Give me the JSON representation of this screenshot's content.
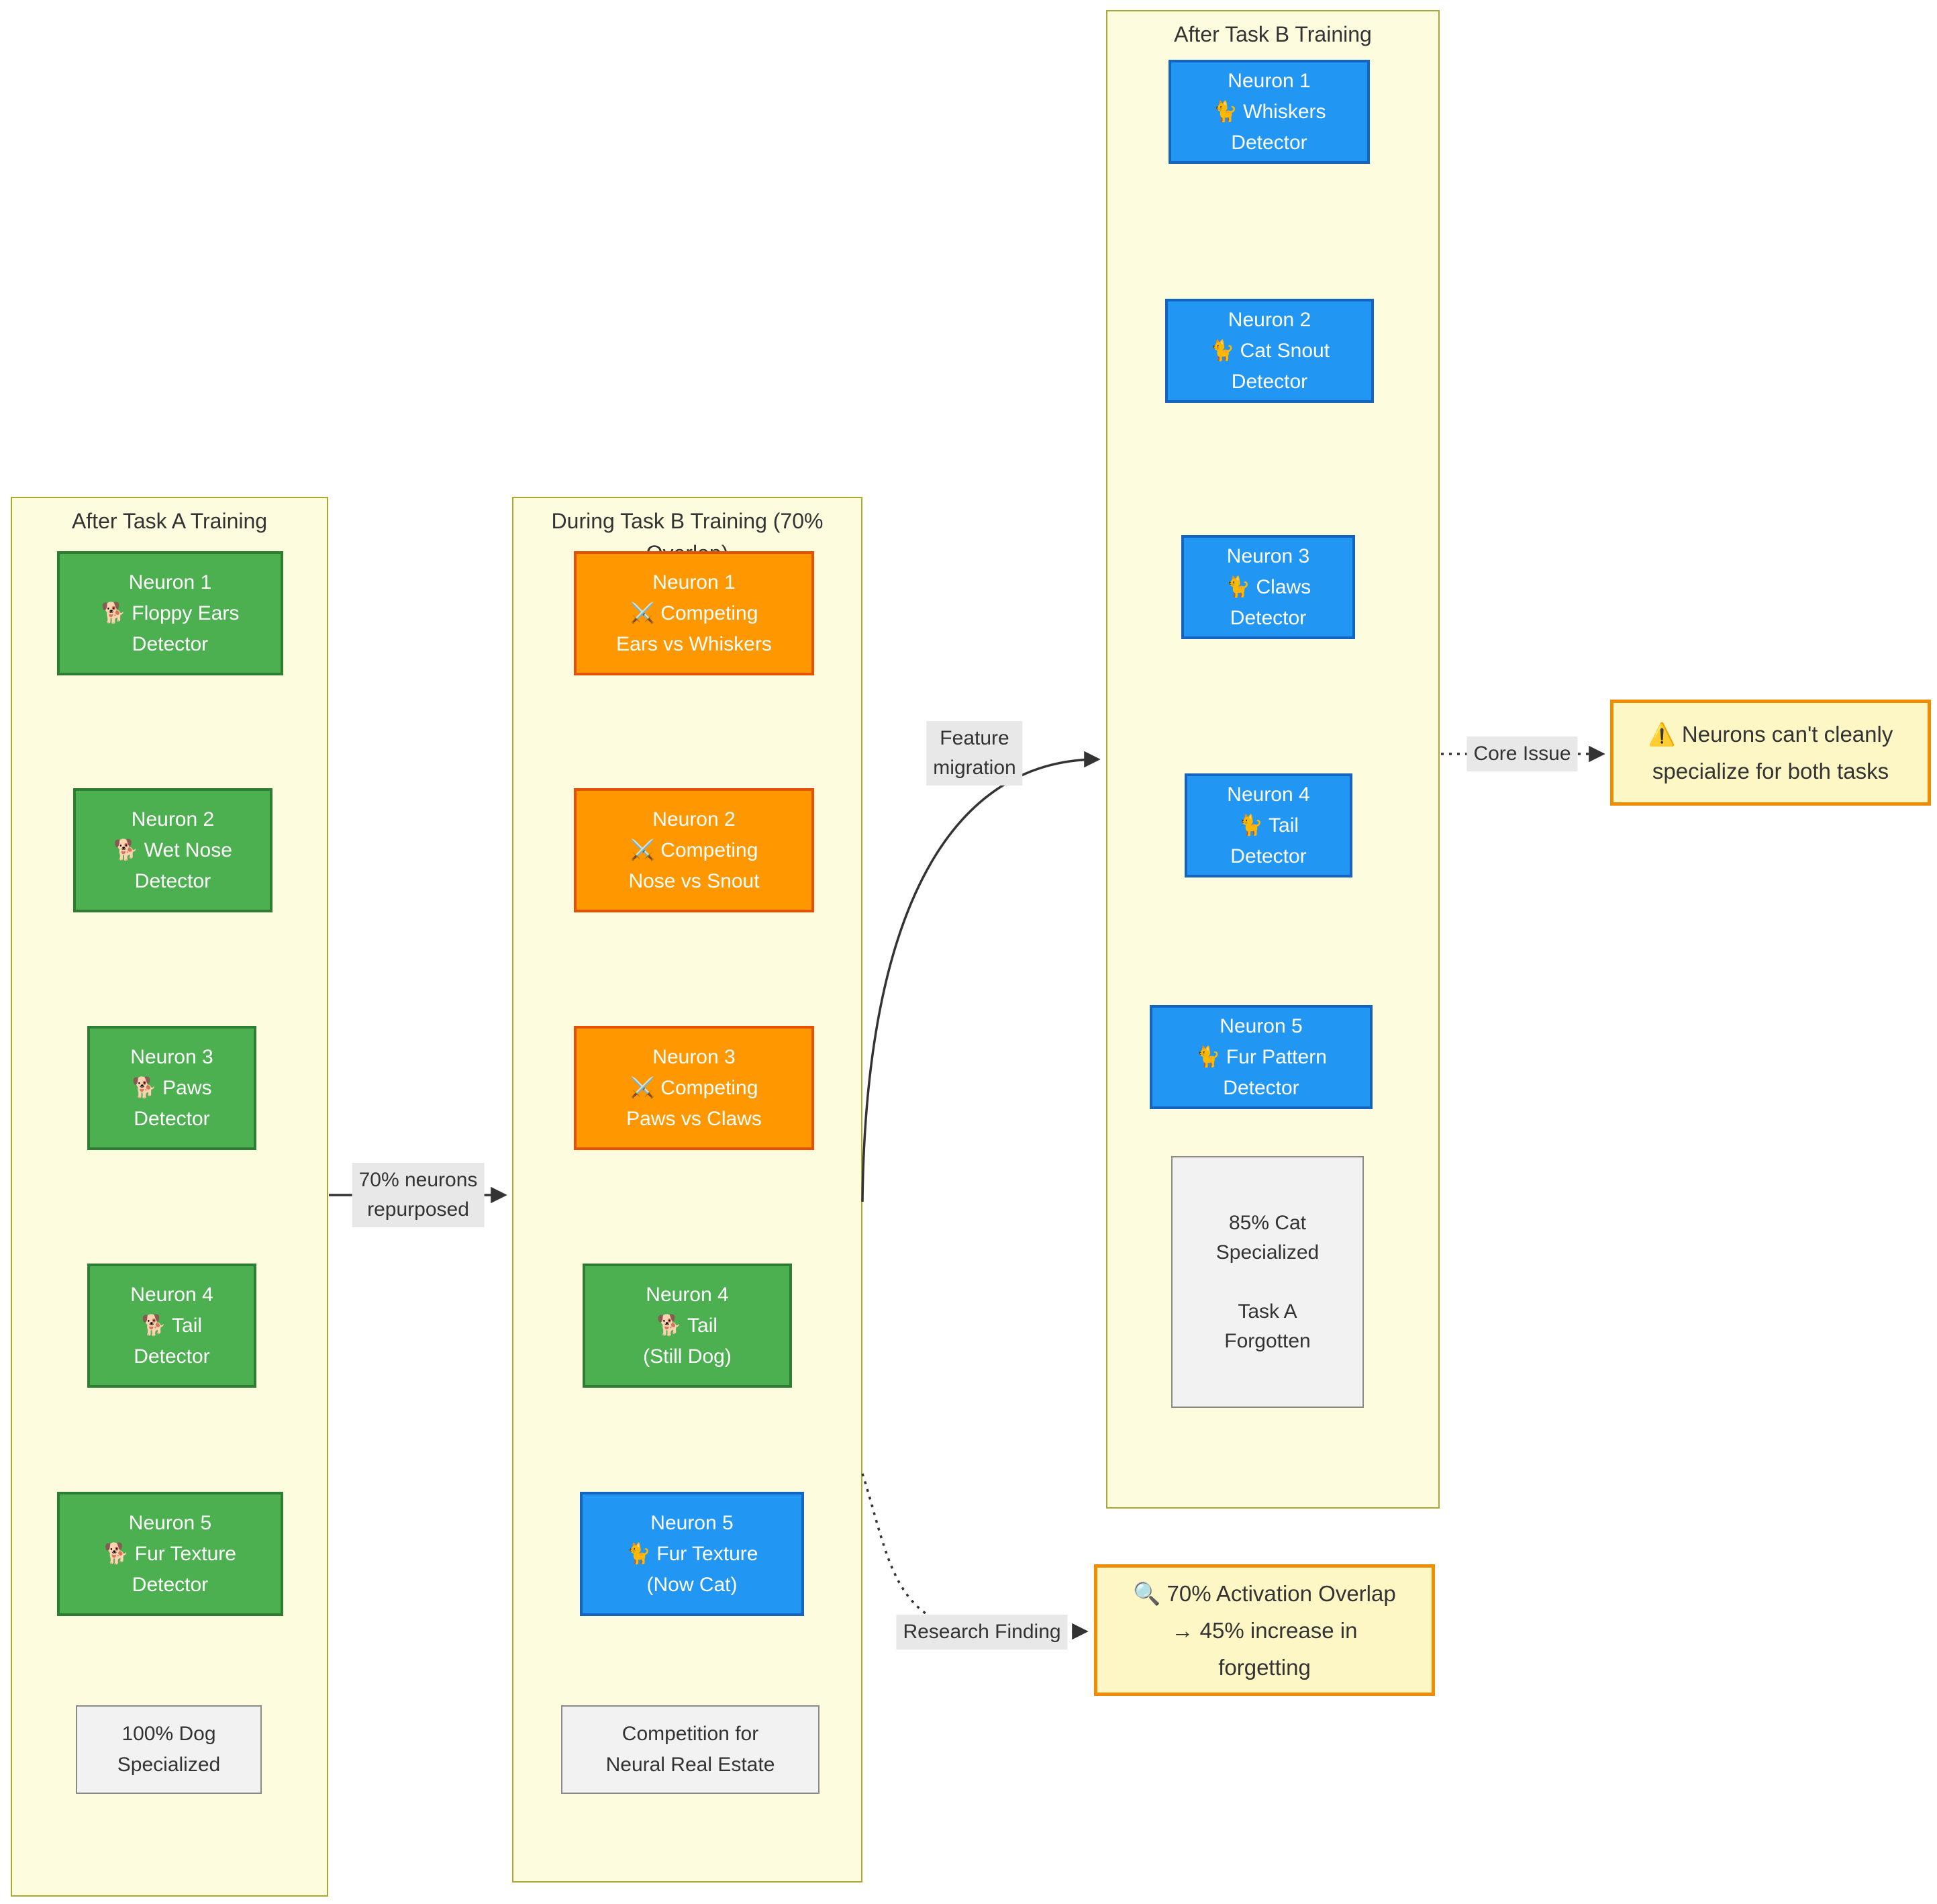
{
  "theme": {
    "background": "#ffffff",
    "subgraph_fill": "#fdfcdf",
    "subgraph_stroke": "#aaaa33",
    "dog_fill": "#4caf50",
    "dog_stroke": "#2f7d32",
    "competing_fill": "#ff9800",
    "competing_stroke": "#e65100",
    "cat_fill": "#2196f3",
    "cat_stroke": "#1565c0",
    "note_fill": "#f2f2f2",
    "note_stroke": "#8a8a8a",
    "callout_fill": "#fdf6c5",
    "callout_stroke": "#f08c00",
    "edge_color": "#333333",
    "edge_label_bg": "#e8e8e8",
    "text_dark": "#333333",
    "text_light": "#ffffff"
  },
  "columns": {
    "task_a": {
      "title": "After Task A Training",
      "neurons": [
        {
          "lines": [
            "Neuron 1",
            "🐕 Floppy Ears",
            "Detector"
          ],
          "state": "dog"
        },
        {
          "lines": [
            "Neuron 2",
            "🐕 Wet Nose",
            "Detector"
          ],
          "state": "dog"
        },
        {
          "lines": [
            "Neuron 3",
            "🐕 Paws",
            "Detector"
          ],
          "state": "dog"
        },
        {
          "lines": [
            "Neuron 4",
            "🐕 Tail",
            "Detector"
          ],
          "state": "dog"
        },
        {
          "lines": [
            "Neuron 5",
            "🐕 Fur Texture",
            "Detector"
          ],
          "state": "dog"
        }
      ],
      "note": {
        "lines": [
          "100% Dog",
          "Specialized"
        ]
      }
    },
    "during_b": {
      "title": "During Task B Training (70% Overlap)",
      "title_lines": [
        "During Task B Training (70%",
        "Overlap)"
      ],
      "neurons": [
        {
          "lines": [
            "Neuron 1",
            "⚔️ Competing",
            "Ears vs Whiskers"
          ],
          "state": "competing"
        },
        {
          "lines": [
            "Neuron 2",
            "⚔️ Competing",
            "Nose vs Snout"
          ],
          "state": "competing"
        },
        {
          "lines": [
            "Neuron 3",
            "⚔️ Competing",
            "Paws vs Claws"
          ],
          "state": "competing"
        },
        {
          "lines": [
            "Neuron 4",
            "🐕 Tail",
            "(Still Dog)"
          ],
          "state": "dog"
        },
        {
          "lines": [
            "Neuron 5",
            "🐈 Fur Texture",
            "(Now Cat)"
          ],
          "state": "cat"
        }
      ],
      "note": {
        "lines": [
          "Competition for",
          "Neural Real Estate"
        ]
      }
    },
    "task_b": {
      "title": "After Task B Training",
      "neurons": [
        {
          "lines": [
            "Neuron 1",
            "🐈 Whiskers",
            "Detector"
          ],
          "state": "cat"
        },
        {
          "lines": [
            "Neuron 2",
            "🐈 Cat Snout",
            "Detector"
          ],
          "state": "cat"
        },
        {
          "lines": [
            "Neuron 3",
            "🐈 Claws",
            "Detector"
          ],
          "state": "cat"
        },
        {
          "lines": [
            "Neuron 4",
            "🐈 Tail",
            "Detector"
          ],
          "state": "cat"
        },
        {
          "lines": [
            "Neuron 5",
            "🐈 Fur Pattern",
            "Detector"
          ],
          "state": "cat"
        }
      ],
      "note": {
        "lines": [
          "85% Cat",
          "Specialized",
          "",
          "Task A",
          "Forgotten"
        ]
      }
    }
  },
  "edges": {
    "repurposed": {
      "label_lines": [
        "70% neurons",
        "repurposed"
      ],
      "style": "solid"
    },
    "feature_migration": {
      "label_lines": [
        "Feature",
        "migration"
      ],
      "style": "solid"
    },
    "core_issue": {
      "label": "Core Issue",
      "style": "dotted"
    },
    "research_finding": {
      "label": "Research Finding",
      "style": "dotted"
    }
  },
  "callouts": {
    "core_issue": {
      "lines": [
        "⚠️ Neurons can't cleanly",
        "specialize for both tasks"
      ]
    },
    "research": {
      "lines": [
        "🔍 70% Activation Overlap",
        "→ 45% increase in",
        "forgetting"
      ]
    }
  }
}
